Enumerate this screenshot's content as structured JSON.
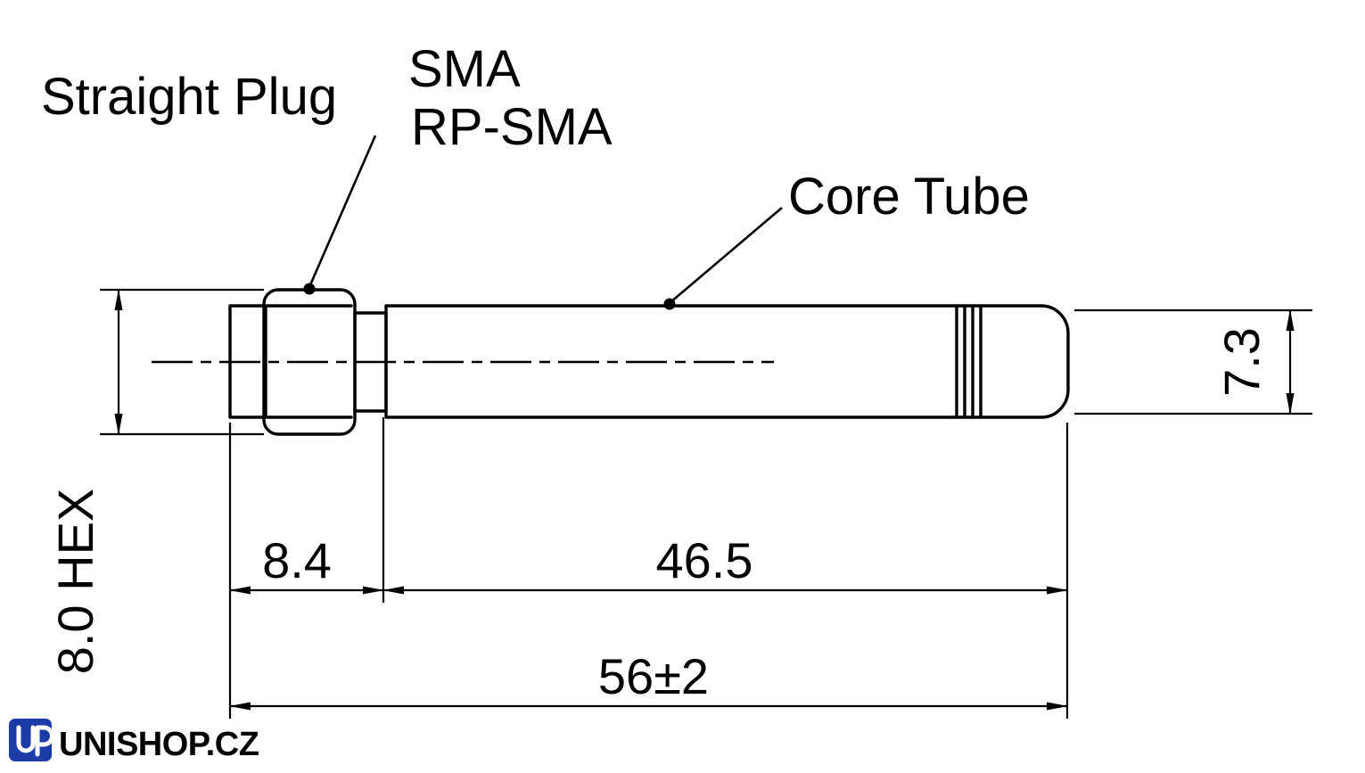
{
  "labels": {
    "straight_plug": "Straight Plug",
    "connector_type_1": "SMA",
    "connector_type_2": "RP-SMA",
    "core_tube": "Core Tube"
  },
  "dimensions": {
    "hex_size": "8.0 HEX",
    "plug_length": "8.4",
    "tube_length": "46.5",
    "overall_length": "56±2",
    "tube_diameter": "7.3"
  },
  "logo": {
    "text": "UNISHOP.CZ"
  },
  "colors": {
    "line": "#000000",
    "logo_blue": "#1c3ba6",
    "background": "#ffffff"
  }
}
